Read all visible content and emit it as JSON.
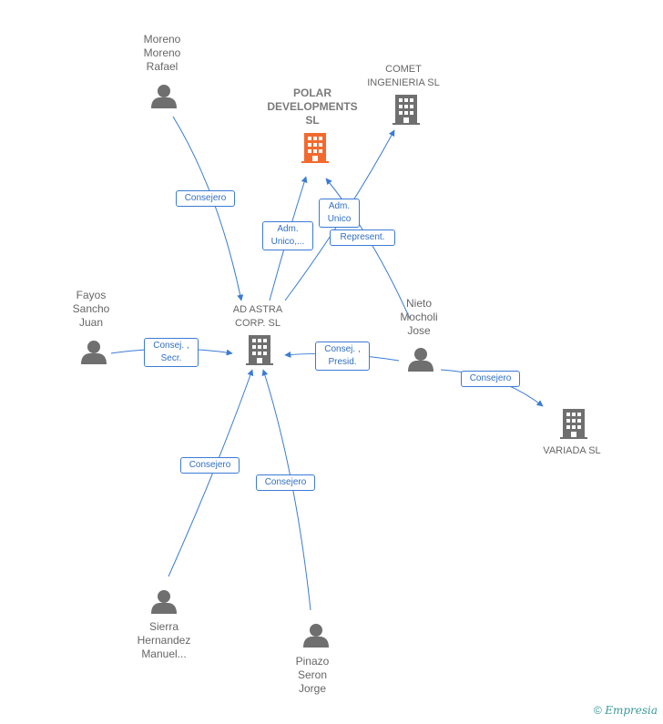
{
  "colors": {
    "edge": "#3a7bd5",
    "person": "#6f6f6f",
    "company": "#6f6f6f",
    "highlight": "#f26a2e"
  },
  "nodes": {
    "moreno": "Moreno\nMoreno\nRafael",
    "polar": "POLAR\nDEVELOPMENTS\nSL",
    "comet": "COMET\nINGENIERIA SL",
    "fayos": "Fayos\nSancho\nJuan",
    "adastra": "AD ASTRA\nCORP.  SL",
    "nieto": "Nieto\nMocholi\nJose",
    "variada": "VARIADA SL",
    "sierra": "Sierra\nHernandez\nManuel...",
    "pinazo": "Pinazo\nSeron\nJorge"
  },
  "edges": {
    "moreno_consejero": "Consejero",
    "adm_unico_1": "Adm.\nUnico,...",
    "adm_unico_2": "Adm.\nUnico",
    "represent": "Represent.",
    "fayos_consej": "Consej. ,\nSecr.",
    "nieto_consej": "Consej. ,\nPresid.",
    "nieto_consejero": "Consejero",
    "sierra_consejero": "Consejero",
    "pinazo_consejero": "Consejero"
  },
  "footer": {
    "copyright_symbol": "©",
    "brand": "Empresia"
  }
}
